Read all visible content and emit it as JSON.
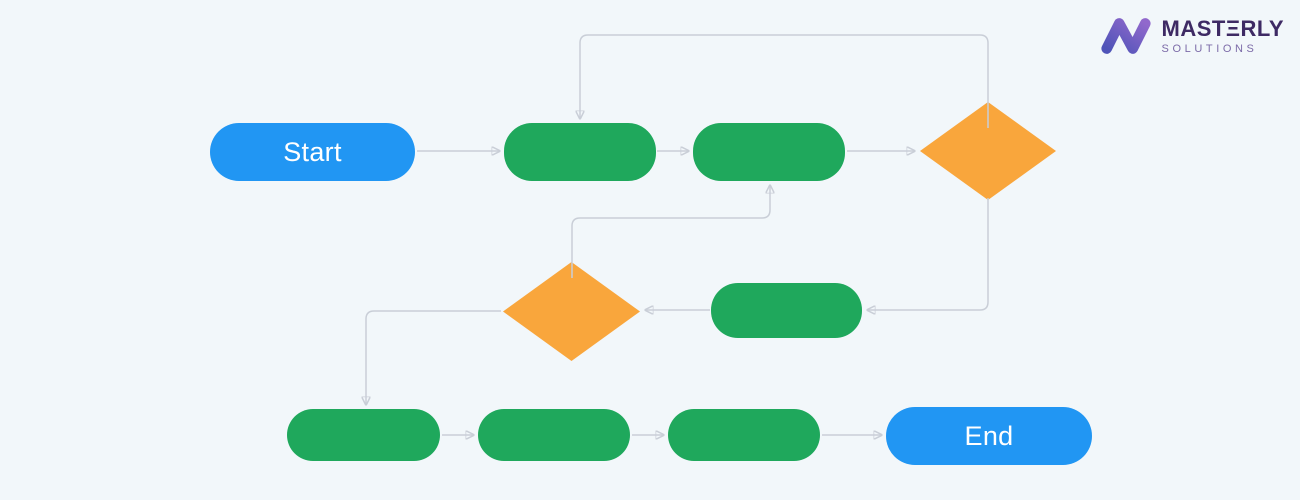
{
  "page": {
    "background_color": "#F2F7FA",
    "description": "Flowchart illustration"
  },
  "logo": {
    "brand_name": "MASTΞRLY",
    "brand_subtitle": "SOLUTIONS",
    "brand_name_color": "#3E2A64",
    "brand_subtitle_color": "#7C6BA8",
    "mark_gradient_start": "#4F54B8",
    "mark_gradient_end": "#9168CC"
  },
  "flowchart": {
    "colors": {
      "terminal_fill": "#2196F3",
      "process_fill": "#1FA85C",
      "decision_fill": "#F9A63C",
      "connector_stroke": "#C9CED7",
      "arrowhead_fill": "#9FA6B2",
      "node_text": "#FFFFFF"
    },
    "nodes": [
      {
        "id": "start",
        "type": "terminal",
        "label": "Start"
      },
      {
        "id": "process-1",
        "type": "process",
        "label": ""
      },
      {
        "id": "process-2",
        "type": "process",
        "label": ""
      },
      {
        "id": "decision-1",
        "type": "decision",
        "label": ""
      },
      {
        "id": "process-3",
        "type": "process",
        "label": ""
      },
      {
        "id": "decision-2",
        "type": "decision",
        "label": ""
      },
      {
        "id": "process-4",
        "type": "process",
        "label": ""
      },
      {
        "id": "process-5",
        "type": "process",
        "label": ""
      },
      {
        "id": "process-6",
        "type": "process",
        "label": ""
      },
      {
        "id": "end",
        "type": "terminal",
        "label": "End"
      }
    ],
    "edges": [
      {
        "from": "start",
        "to": "process-1"
      },
      {
        "from": "process-1",
        "to": "process-2"
      },
      {
        "from": "process-2",
        "to": "decision-1"
      },
      {
        "from": "decision-1",
        "to": "process-1"
      },
      {
        "from": "decision-1",
        "to": "process-3"
      },
      {
        "from": "process-3",
        "to": "decision-2"
      },
      {
        "from": "decision-2",
        "to": "process-2"
      },
      {
        "from": "decision-2",
        "to": "process-4"
      },
      {
        "from": "process-4",
        "to": "process-5"
      },
      {
        "from": "process-5",
        "to": "process-6"
      },
      {
        "from": "process-6",
        "to": "end"
      }
    ]
  }
}
